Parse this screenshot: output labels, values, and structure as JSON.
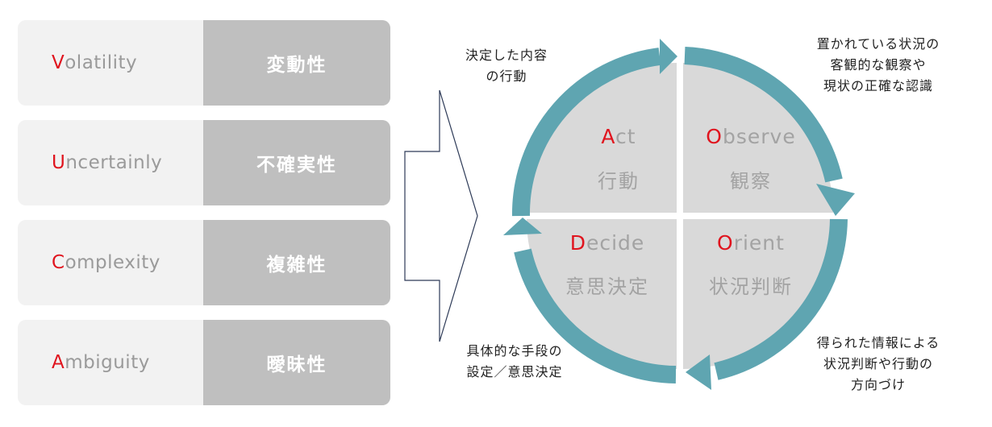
{
  "vuca": [
    {
      "initial": "V",
      "rest": "olatility",
      "jp": "変動性"
    },
    {
      "initial": "U",
      "rest": "ncertainly",
      "jp": "不確実性"
    },
    {
      "initial": "C",
      "rest": "omplexity",
      "jp": "複雑性"
    },
    {
      "initial": "A",
      "rest": "mbiguity",
      "jp": "曖昧性"
    }
  ],
  "ooda": {
    "act": {
      "initial": "A",
      "rest": "ct",
      "jp": "行動"
    },
    "observe": {
      "initial": "O",
      "rest": "bserve",
      "jp": "観察"
    },
    "decide": {
      "initial": "D",
      "rest": "ecide",
      "jp": "意思決定"
    },
    "orient": {
      "initial": "O",
      "rest": "rient",
      "jp": "状況判断"
    }
  },
  "descriptions": {
    "act": [
      "決定した内容",
      "の行動"
    ],
    "observe": [
      "置かれている状況の",
      "客観的な観察や",
      "現状の正確な認識"
    ],
    "decide": [
      "具体的な手段の",
      "設定／意思決定"
    ],
    "orient": [
      "得られた情報による",
      "状況判断や行動の",
      "方向づけ"
    ]
  },
  "colors": {
    "initial": "#e0141e",
    "arrow": "#5fa5b1",
    "quadrant": "#d9d9d9",
    "term_bg": "#f2f2f2",
    "jp_bg": "#bfbfbf"
  }
}
